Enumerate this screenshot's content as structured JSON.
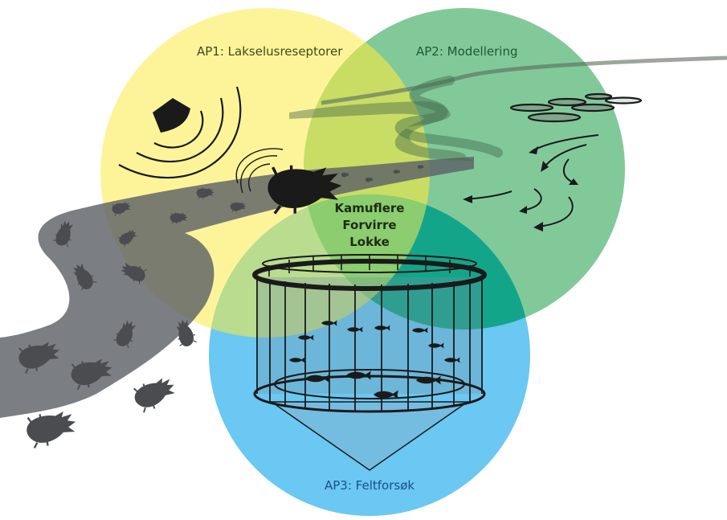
{
  "diagram": {
    "title": "Venn diagram of work packages for salmon lice control",
    "circles": [
      {
        "id": "ap1",
        "label": "AP1: Lakselusreseptorer",
        "color": "#fdf48c",
        "label_color": "#3d4a1a"
      },
      {
        "id": "ap2",
        "label": "AP2: Modellering",
        "color": "#6cbf8a",
        "label_color": "#1e5a33"
      },
      {
        "id": "ap3",
        "label": "AP3: Feltforsøk",
        "color": "#5bc2ee",
        "label_color": "#1b4f8a"
      }
    ],
    "center_terms": [
      "Kamuflere",
      "Forvirre",
      "Lokke"
    ],
    "colors": {
      "river": "#5e6166",
      "lice": "#4a4c50",
      "ink": "#1a1a1a",
      "overlap_ap1_ap2": "#c9dd65",
      "overlap_ap2_ap3": "#13a58a"
    },
    "elements": {
      "sensor": "sensor-icon",
      "signal_waves": "signal-waves-icon",
      "lice": "salmon-louse-icon",
      "river": "river-shape",
      "fish_farm_pens": "fish-pen-icon",
      "current_arrows": "current-arrow-icon",
      "net_pen": "net-pen-icon",
      "fish": "salmon-icon"
    }
  }
}
